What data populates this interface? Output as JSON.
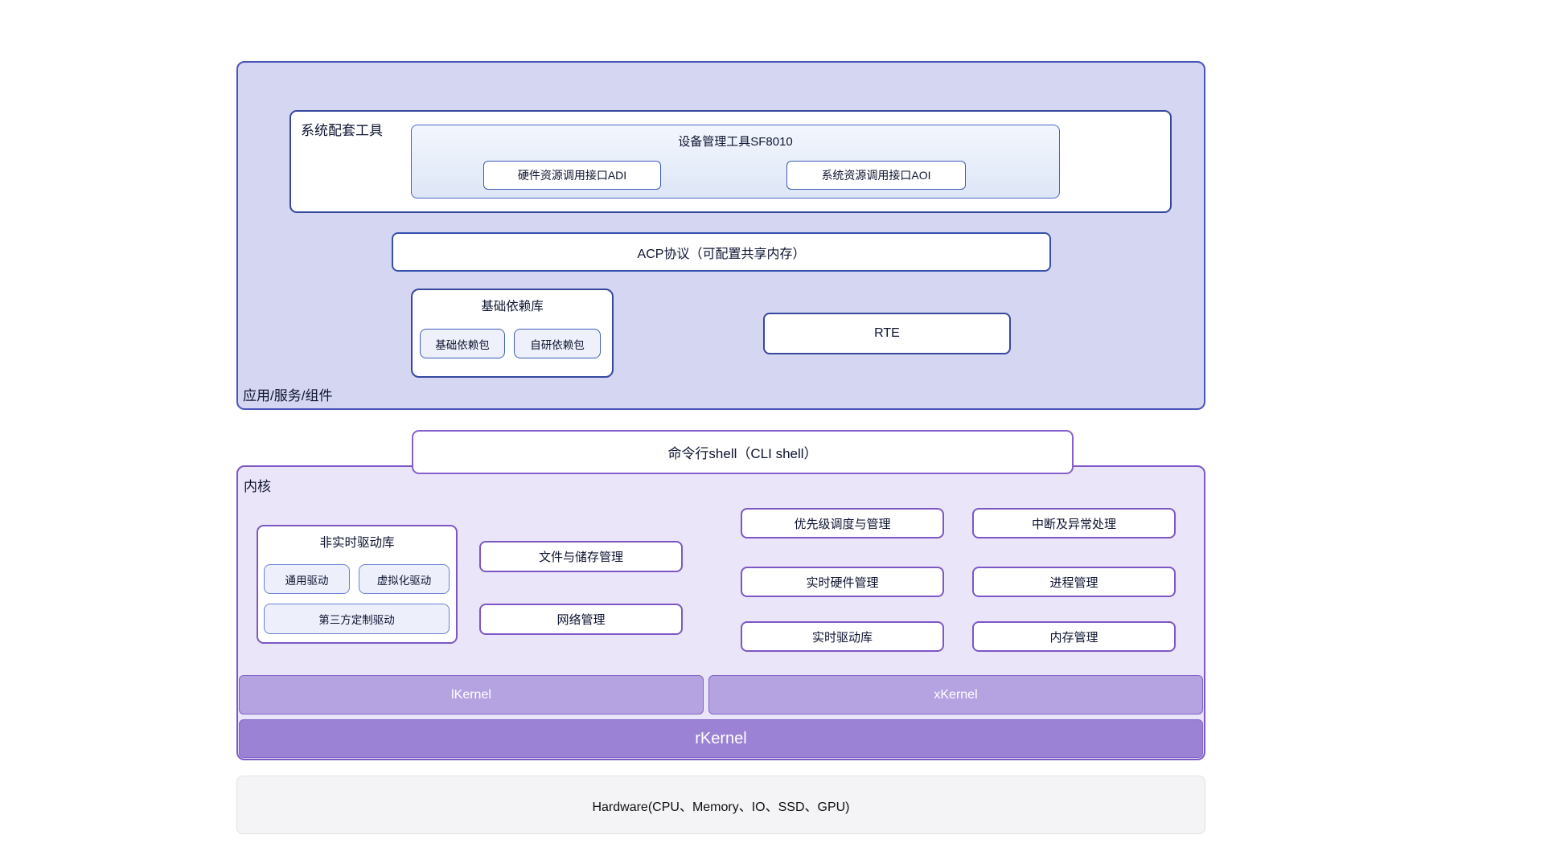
{
  "colors": {
    "app_layer_fill": "#d5d7f2",
    "app_layer_border": "#4a55b8",
    "navy_border": "#36489e",
    "kernel_fill": "#eae5f8",
    "kernel_border": "#7d57c5",
    "cli_border": "#8760cd",
    "kernel_bar_light": "#b5a3e1",
    "kernel_bar_dark": "#9c82d4",
    "hardware_fill": "#f4f4f6"
  },
  "app_layer": {
    "label": "应用/服务/组件",
    "tools_box": {
      "label": "系统配套工具",
      "device_tool": {
        "title": "设备管理工具SF8010",
        "hw_api_button": "硬件资源调用接口ADI",
        "sys_api_button": "系统资源调用接口AOI"
      }
    },
    "acp": "ACP协议（可配置共享内存）",
    "base_lib": {
      "title": "基础依赖库",
      "base_pkg": "基础依赖包",
      "self_pkg": "自研依赖包"
    },
    "rte": "RTE"
  },
  "cli_shell": "命令行shell（CLI shell）",
  "kernel": {
    "label": "内核",
    "driver_lib": {
      "title": "非实时驱动库",
      "generic_driver": "通用驱动",
      "virtual_driver": "虚拟化驱动",
      "third_party_driver": "第三方定制驱动"
    },
    "file_mgmt": "文件与储存管理",
    "net_mgmt": "网络管理",
    "grid": [
      "优先级调度与管理",
      "中断及异常处理",
      "实时硬件管理",
      "进程管理",
      "实时驱动库",
      "内存管理"
    ],
    "bars": {
      "l": "lKernel",
      "x": "xKernel",
      "r": "rKernel"
    }
  },
  "hardware": "Hardware(CPU、Memory、IO、SSD、GPU)"
}
